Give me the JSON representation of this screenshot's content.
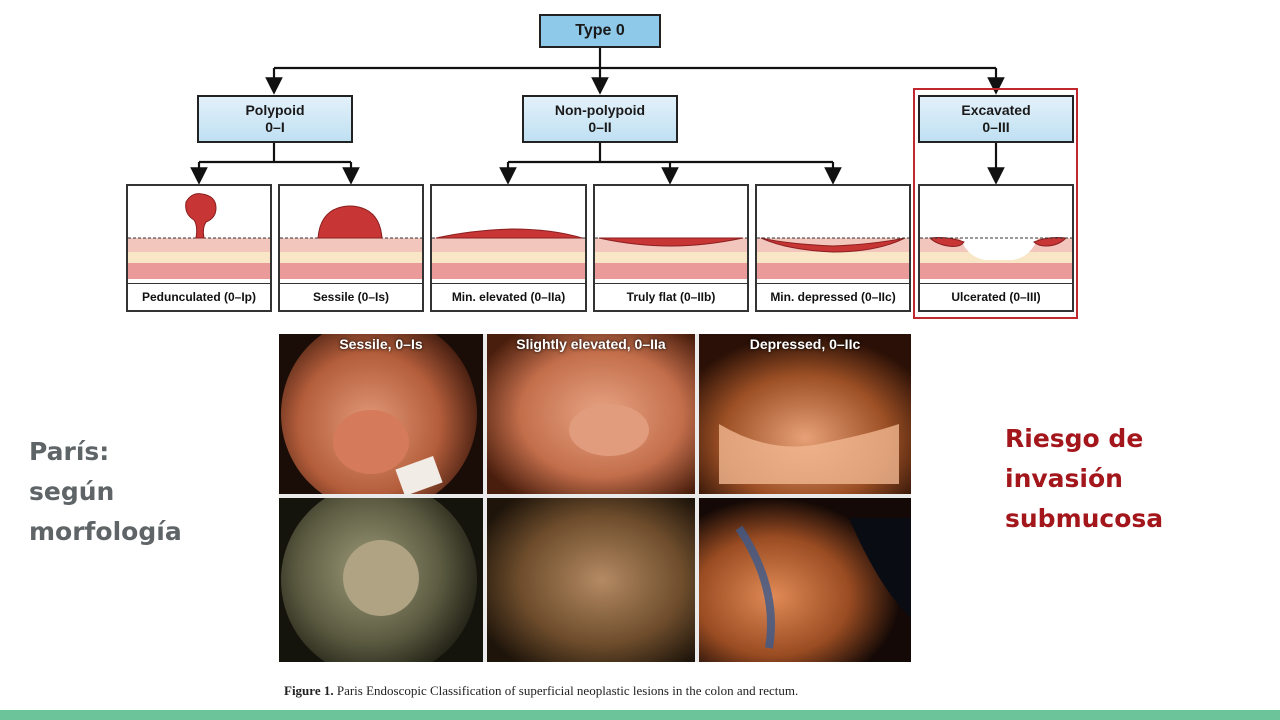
{
  "diagram": {
    "root": {
      "label": "Type 0"
    },
    "branches": [
      {
        "label": "Polypoid",
        "code": "0–I"
      },
      {
        "label": "Non-polypoid",
        "code": "0–II"
      },
      {
        "label": "Excavated",
        "code": "0–III"
      }
    ],
    "panels": [
      {
        "caption": "Pedunculated (0–Ip)"
      },
      {
        "caption": "Sessile (0–Is)"
      },
      {
        "caption": "Min. elevated (0–IIa)"
      },
      {
        "caption": "Truly flat (0–IIb)"
      },
      {
        "caption": "Min. depressed (0–IIc)"
      },
      {
        "caption": "Ulcerated (0–III)"
      }
    ],
    "highlight_color": "#c0282d"
  },
  "photos": {
    "headers": [
      "Sessile, 0–Is",
      "Slightly elevated, 0–IIa",
      "Depressed, 0–IIc"
    ]
  },
  "figure_caption": {
    "label": "Figure 1.",
    "text": "Paris Endoscopic Classification of superficial neoplastic lesions in the colon and rectum."
  },
  "left_text": {
    "lines": [
      "París:",
      "según",
      "morfología"
    ],
    "color": "#5f6467"
  },
  "right_text": {
    "lines": [
      "Riesgo de",
      "invasión",
      "submucosa"
    ],
    "color": "#a3161b"
  },
  "accent_bar_color": "#6cc59a"
}
